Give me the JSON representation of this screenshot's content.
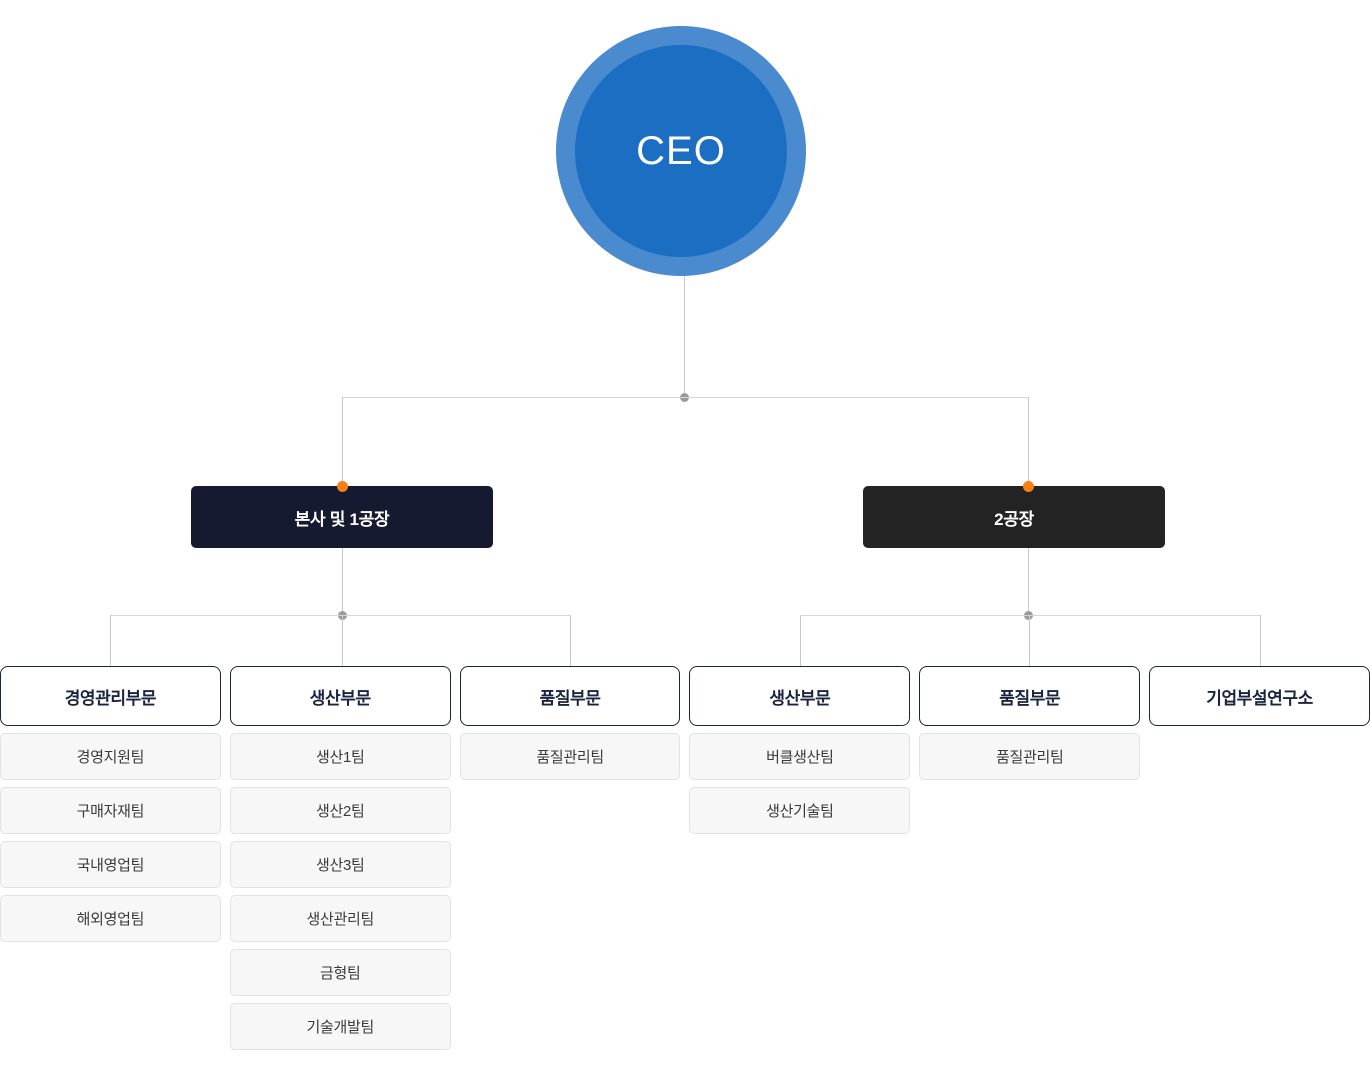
{
  "chart": {
    "root": {
      "label": "CEO",
      "ring_color": "#4a8ace",
      "fill_color": "#1b6ec2",
      "text_color": "#ffffff"
    },
    "branches": [
      {
        "label": "본사 및 1공장",
        "bg_color": "#161a30",
        "dot_color": "#f98012"
      },
      {
        "label": "2공장",
        "bg_color": "#232323",
        "dot_color": "#f98012"
      }
    ],
    "columns": [
      {
        "division": "경영관리부문",
        "teams": [
          "경영지원팀",
          "구매자재팀",
          "국내영업팀",
          "해외영업팀"
        ]
      },
      {
        "division": "생산부문",
        "teams": [
          "생산1팀",
          "생산2팀",
          "생산3팀",
          "생산관리팀",
          "금형팀",
          "기술개발팀"
        ]
      },
      {
        "division": "품질부문",
        "teams": [
          "품질관리팀"
        ]
      },
      {
        "division": "생산부문",
        "teams": [
          "버클생산팀",
          "생산기술팀"
        ]
      },
      {
        "division": "품질부문",
        "teams": [
          "품질관리팀"
        ]
      },
      {
        "division": "기업부설연구소",
        "teams": []
      }
    ],
    "palette": {
      "connector_line": "#d6d6d6",
      "junction_dot": "#9b9b9b",
      "accent_dot": "#f98012",
      "division_border": "#1a2440",
      "division_text": "#1a2440",
      "team_bg": "#f7f7f7",
      "team_border": "#e3e3e3",
      "team_text": "#3a3a3a",
      "background": "#ffffff"
    }
  }
}
